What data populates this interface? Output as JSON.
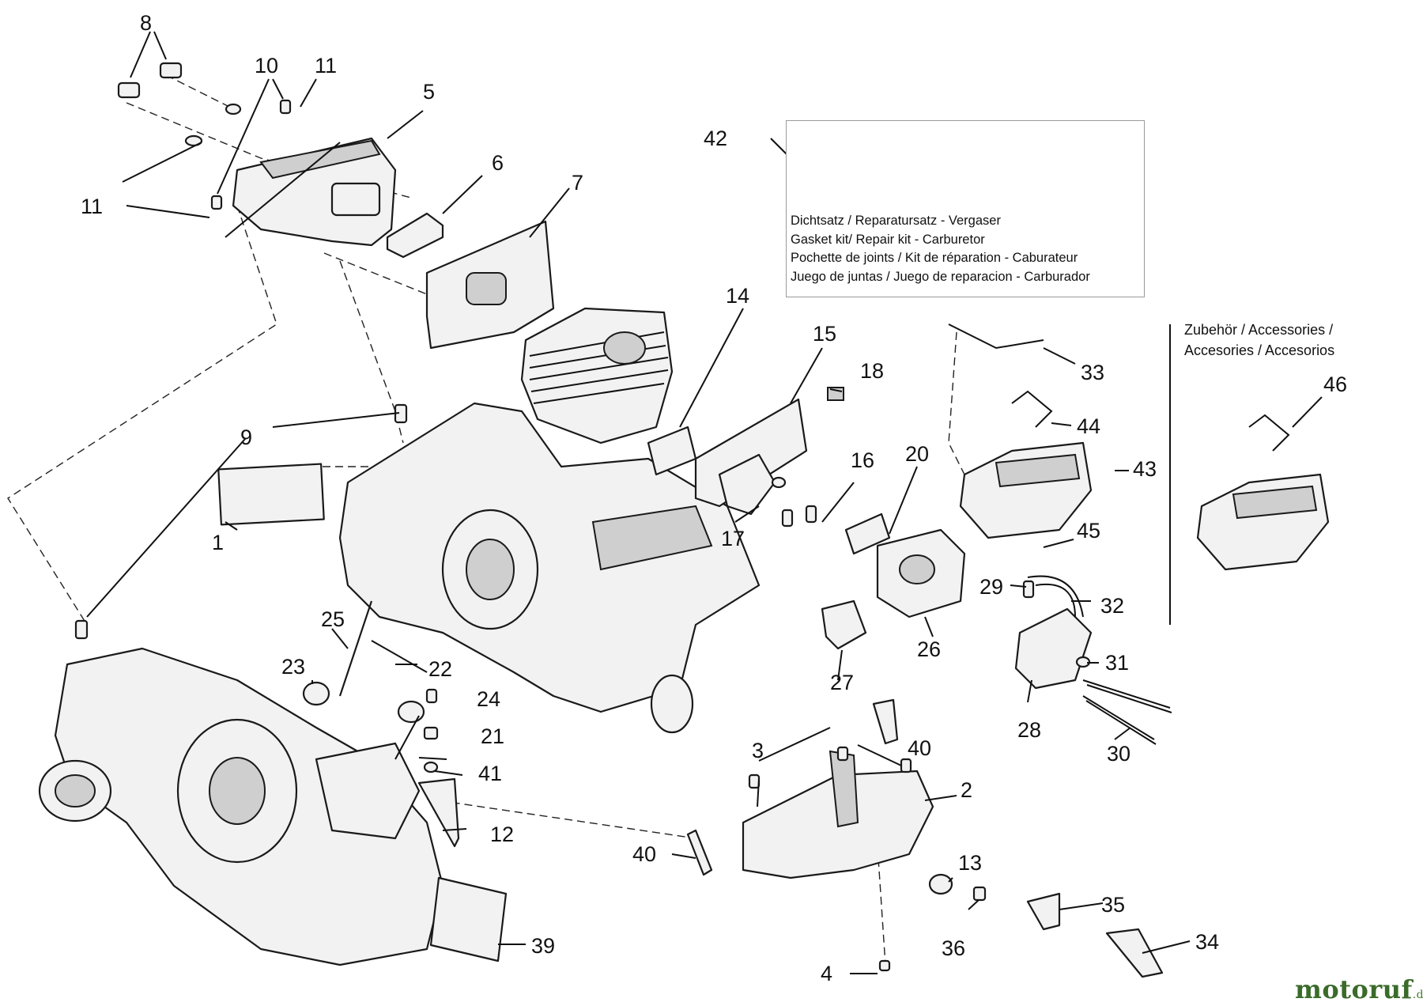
{
  "callouts": [
    "1",
    "2",
    "3",
    "4",
    "5",
    "6",
    "7",
    "8",
    "9",
    "10",
    "11",
    "12",
    "13",
    "14",
    "15",
    "16",
    "17",
    "18",
    "20",
    "21",
    "22",
    "23",
    "24",
    "25",
    "26",
    "27",
    "28",
    "29",
    "30",
    "31",
    "32",
    "33",
    "34",
    "35",
    "36",
    "39",
    "40",
    "41",
    "42",
    "43",
    "44",
    "45",
    "46"
  ],
  "kit_lines": [
    "Dichtsatz / Reparatursatz - Vergaser",
    "Gasket kit/ Repair kit - Carburetor",
    "Pochette de joints / Kit de réparation - Caburateur",
    "Juego de juntas / Juego de reparacion - Carburador"
  ],
  "accessories_lines": [
    "Zubehör / Accessories /",
    "Accesories / Accesorios"
  ],
  "watermark": {
    "brand": "motoruf",
    "tld": ".de"
  },
  "colors": {
    "line": "#1a1a1a",
    "part_fill": "#f2f2f2",
    "watermark": "#3a6b2a"
  }
}
